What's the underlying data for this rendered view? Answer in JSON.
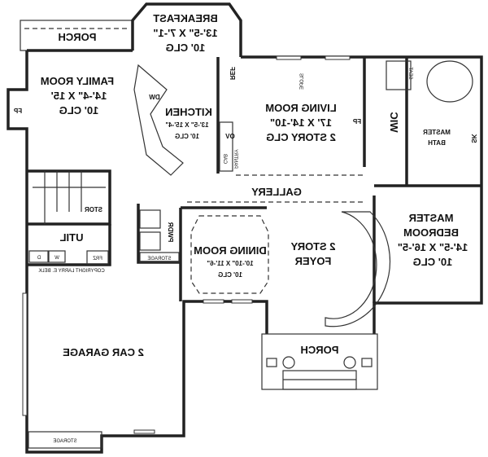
{
  "plan": {
    "mirrored": true,
    "rooms": {
      "porch_rear": {
        "name": "PORCH"
      },
      "breakfast": {
        "name": "BREAKFAST",
        "size": "13'-5\" X 7'-1\"",
        "ceiling": "10' CLG"
      },
      "family": {
        "name": "FAMILY ROOM",
        "size": "14'-4\" X 15'",
        "ceiling": "10' CLG"
      },
      "kitchen": {
        "name": "KITCHEN",
        "size": "13'-5\" X 15'-4\"",
        "ceiling": "10' CLG"
      },
      "living": {
        "name": "LIVING ROOM",
        "size": "17' X 14'-10\"",
        "ceiling": "2 STORY CLG"
      },
      "master_bath": {
        "name": "MASTER",
        "name2": "BATH"
      },
      "master_bed": {
        "name": "MASTER",
        "name2": "BEDROOM",
        "size": "14'-5\" X 16'-5\"",
        "ceiling": "10' CLG"
      },
      "gallery": {
        "name": "GALLERY"
      },
      "dining": {
        "name": "DINING ROOM",
        "size": "10'-10\" X 11'-6\"",
        "ceiling": "10' CLG"
      },
      "foyer": {
        "name": "2 STORY",
        "name2": "FOYER"
      },
      "util": {
        "name": "UTIL"
      },
      "garage": {
        "name": "2 CAR GARAGE"
      },
      "porch_front": {
        "name": "PORCH"
      }
    },
    "fixtures": {
      "fp_family": "FP",
      "fp_living": "FP",
      "dw": "DW",
      "ref": "REF",
      "ov": "OV",
      "pantry": "PANTRY",
      "cab": "CAB",
      "slope": "SLOPE",
      "wic": "WIC",
      "seat": "SEAT",
      "sk": "SK",
      "stor": "STOR",
      "pwdr": "PWDR",
      "storage_mid": "STORAGE",
      "storage_garage": "STORAGE",
      "d": "D",
      "w": "W",
      "frz": "FRZ"
    },
    "copyright": "COPYRIGHT LARRY E. BELK"
  }
}
